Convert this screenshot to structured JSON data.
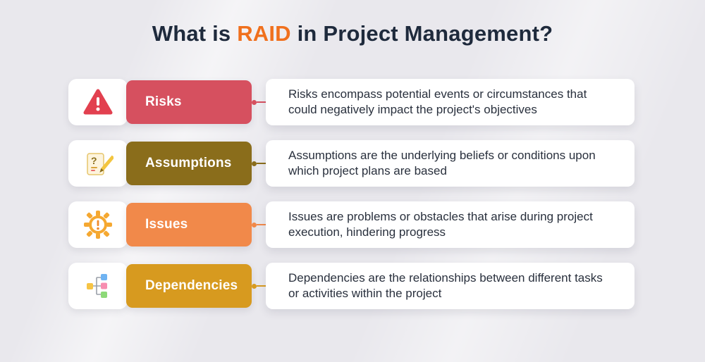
{
  "title": {
    "prefix": "What is ",
    "highlight": "RAID",
    "suffix": " in Project Management?"
  },
  "colors": {
    "background": "#e9e8ed",
    "title_text": "#1e2a3c",
    "title_highlight": "#f0701d",
    "card_background": "#ffffff"
  },
  "rows": [
    {
      "label": "Risks",
      "accent": "#d6505f",
      "icon": "warning-triangle-icon",
      "description": "Risks encompass potential events or circumstances that could negatively impact the project's objectives"
    },
    {
      "label": "Assumptions",
      "accent": "#8a6d1b",
      "icon": "question-note-icon",
      "description": "Assumptions are the underlying beliefs or conditions upon which project plans are based"
    },
    {
      "label": "Issues",
      "accent": "#f1894a",
      "icon": "gear-alert-icon",
      "description": "Issues are problems or obstacles that arise during project execution, hindering progress"
    },
    {
      "label": "Dependencies",
      "accent": "#d79a1f",
      "icon": "dependency-tree-icon",
      "description": "Dependencies are the relationships between different tasks or activities within the project"
    }
  ]
}
